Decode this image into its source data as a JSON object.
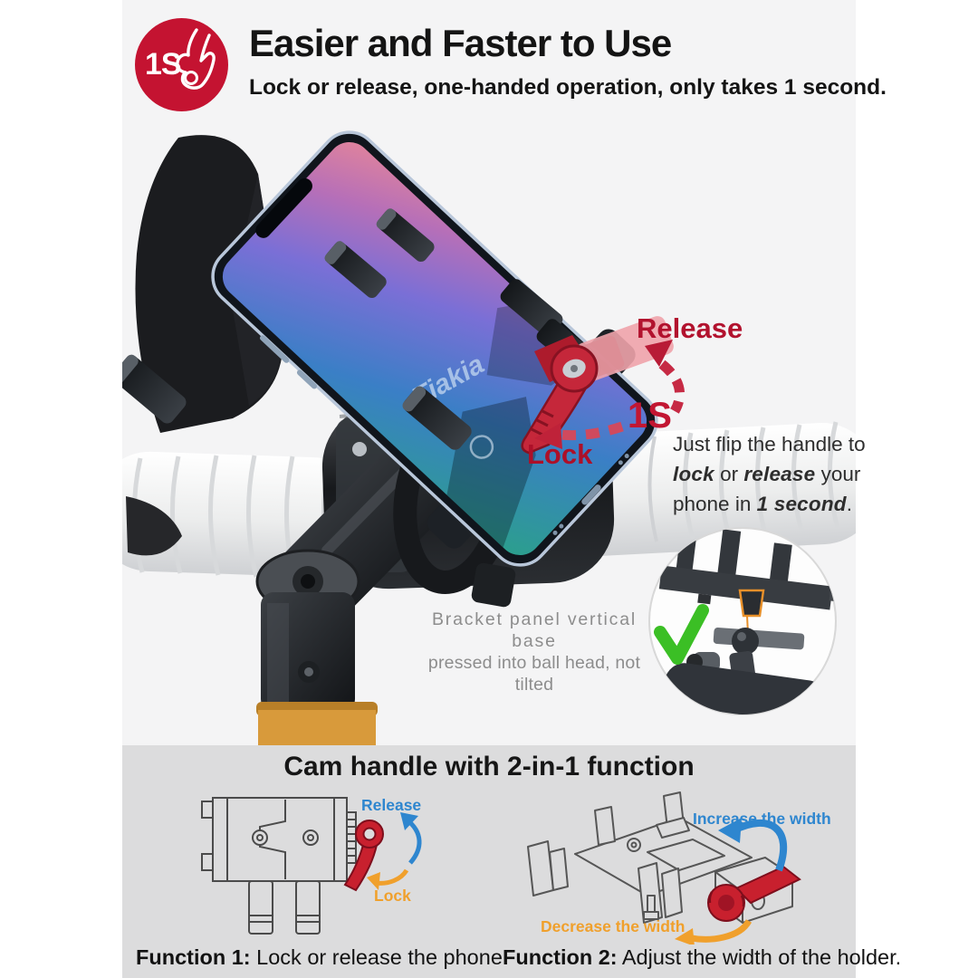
{
  "colors": {
    "canvas_bg": "#ffffff",
    "content_bg": "#f4f4f5",
    "panel_bg": "#dcdcdd",
    "badge_red": "#c41331",
    "annotation_red": "#b2122e",
    "accent_blue": "#2e86cf",
    "accent_orange": "#f0a02c",
    "lever_red": "#c8202e",
    "check_green": "#3bbf25",
    "caption_gray": "#8d8d8d"
  },
  "header": {
    "badge": {
      "label": "1S",
      "icon": "hand-flick-icon"
    },
    "title": "Easier and Faster to Use",
    "subtitle": "Lock or release, one-handed operation, only takes 1 second."
  },
  "photo": {
    "phone_brand": "Tiakia",
    "labels": {
      "release": "Release",
      "seconds": "1S",
      "lock": "Lock"
    },
    "note": {
      "l1": "Just flip the handle to",
      "l2a": "lock",
      "l2b": " or ",
      "l2c": "release",
      "l2d": " your",
      "l3a": "phone in ",
      "l3b": "1 second",
      "l3c": "."
    },
    "inset": {
      "caption_line1": "Bracket panel vertical base",
      "caption_line2": "pressed into ball head, not tilted",
      "check_icon": "check-icon"
    }
  },
  "panel": {
    "heading": "Cam handle with 2-in-1 function",
    "diagram_lock": {
      "release_label": "Release",
      "lock_label": "Lock"
    },
    "diagram_width": {
      "increase_label": "Increase the width",
      "decrease_label": "Decrease the width"
    },
    "captions": [
      {
        "label": "Function 1:",
        "text": " Lock or release the phone."
      },
      {
        "label": "Function 2:",
        "text": " Adjust the width of the holder."
      }
    ]
  }
}
